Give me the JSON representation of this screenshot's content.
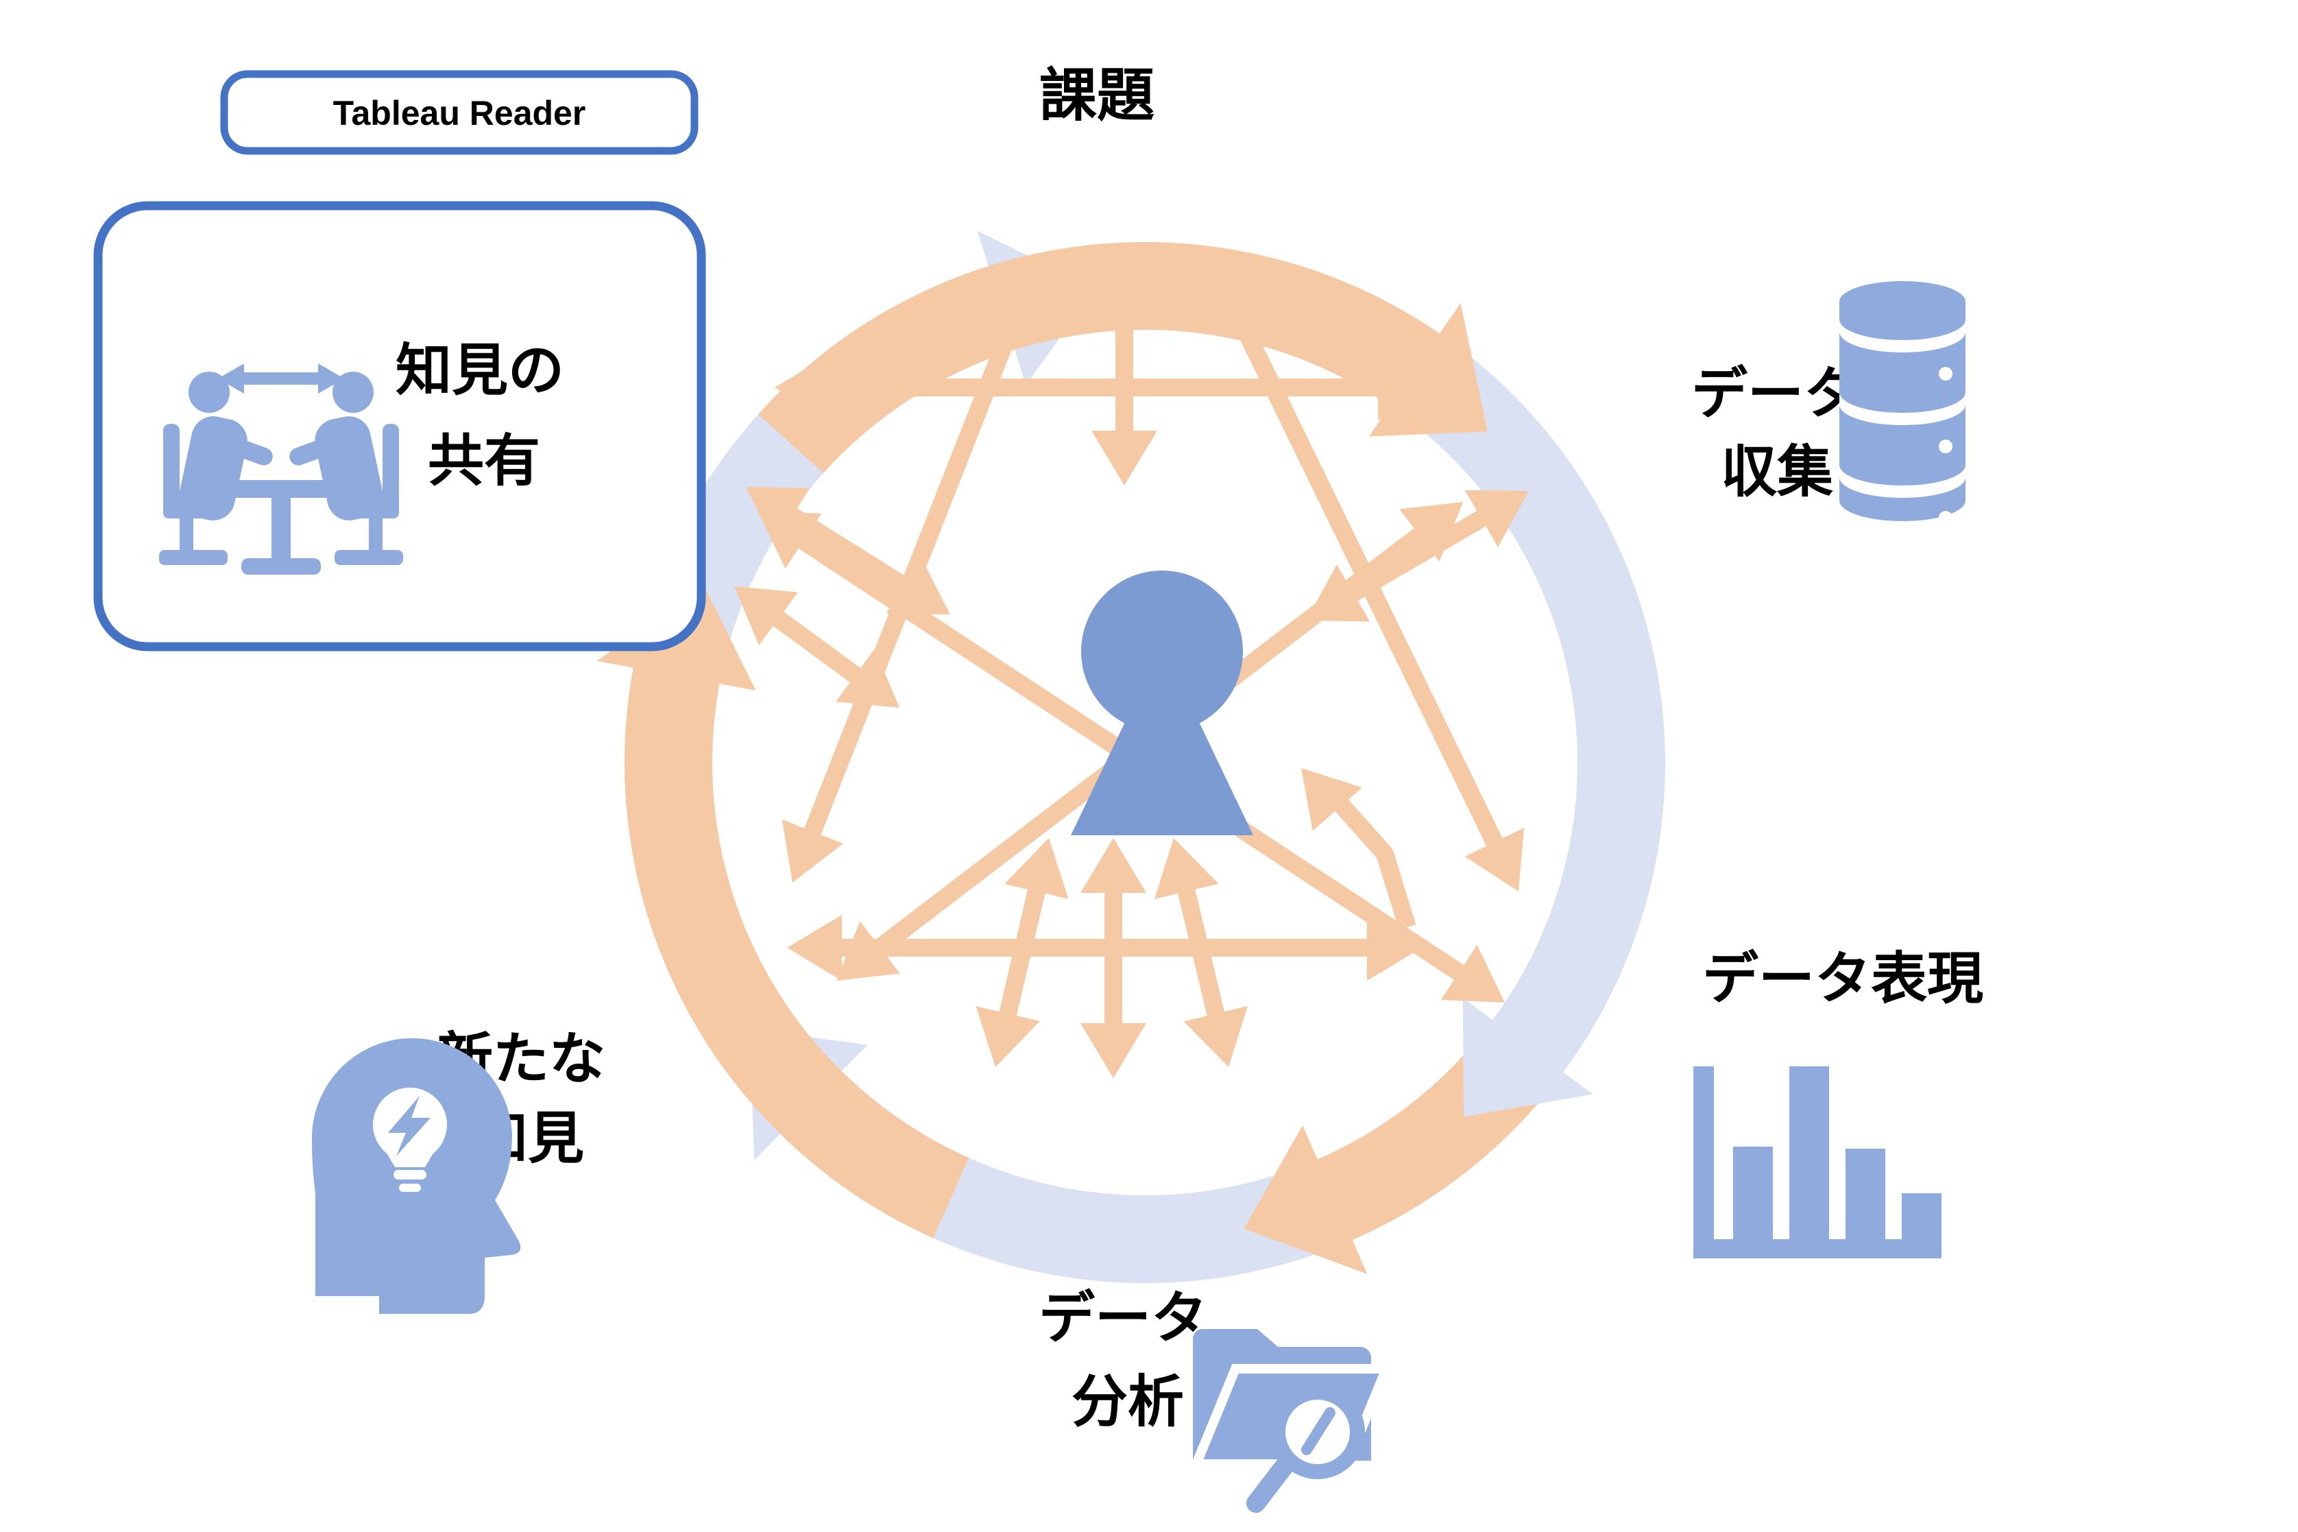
{
  "diagram": {
    "center_icon": "person-keyhole-icon",
    "stages": [
      {
        "name": "issues",
        "label_lines": [
          "課題"
        ]
      },
      {
        "name": "data-collection",
        "label_lines": [
          "データ",
          "収集"
        ],
        "icon": "database-icon"
      },
      {
        "name": "data-presentation",
        "label_lines": [
          "データ表現"
        ],
        "icon": "bar-chart-icon"
      },
      {
        "name": "data-analysis",
        "label_lines": [
          "データ",
          "分析"
        ],
        "icon": "folder-search-icon"
      },
      {
        "name": "new-insights",
        "label_lines": [
          "新たな",
          "知見"
        ],
        "icon": "head-idea-icon"
      },
      {
        "name": "insight-sharing",
        "label_lines": [
          "知見の",
          "共有"
        ],
        "icon": "people-table-icon",
        "tag": "Tableau Reader"
      }
    ]
  },
  "colors": {
    "peach": "#F6C9A5",
    "ring_blue": "#D9E1F2",
    "icon_blue": "#8FAADC",
    "figure_blue": "#7D9BD3",
    "box_border_blue": "#4472C4",
    "text_black": "#000000",
    "white": "#FFFFFF"
  }
}
